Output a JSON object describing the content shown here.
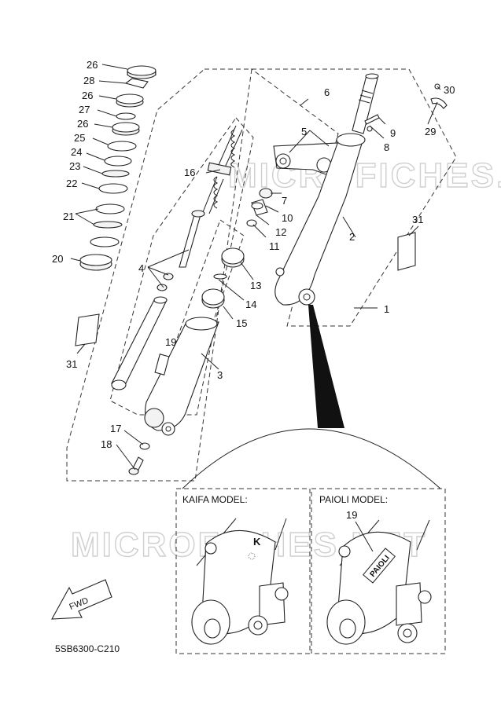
{
  "watermarks": [
    "MICROFICHES.NET",
    "MICROFICHES.NET"
  ],
  "callouts": [
    "1",
    "2",
    "3",
    "4",
    "5",
    "6",
    "7",
    "8",
    "9",
    "10",
    "11",
    "12",
    "13",
    "14",
    "15",
    "16",
    "17",
    "18",
    "19",
    "20",
    "21",
    "22",
    "23",
    "24",
    "25",
    "26",
    "26",
    "26",
    "27",
    "28",
    "29",
    "30",
    "31",
    "31",
    "19"
  ],
  "models": {
    "kaifa": {
      "title": "KAIFA MODEL:",
      "mark": "K"
    },
    "paioli": {
      "title": "PAIOLI MODEL:",
      "brand": "PAIOLI"
    }
  },
  "direction_label": "FWD",
  "diagram_code": "5SB6300-C210"
}
